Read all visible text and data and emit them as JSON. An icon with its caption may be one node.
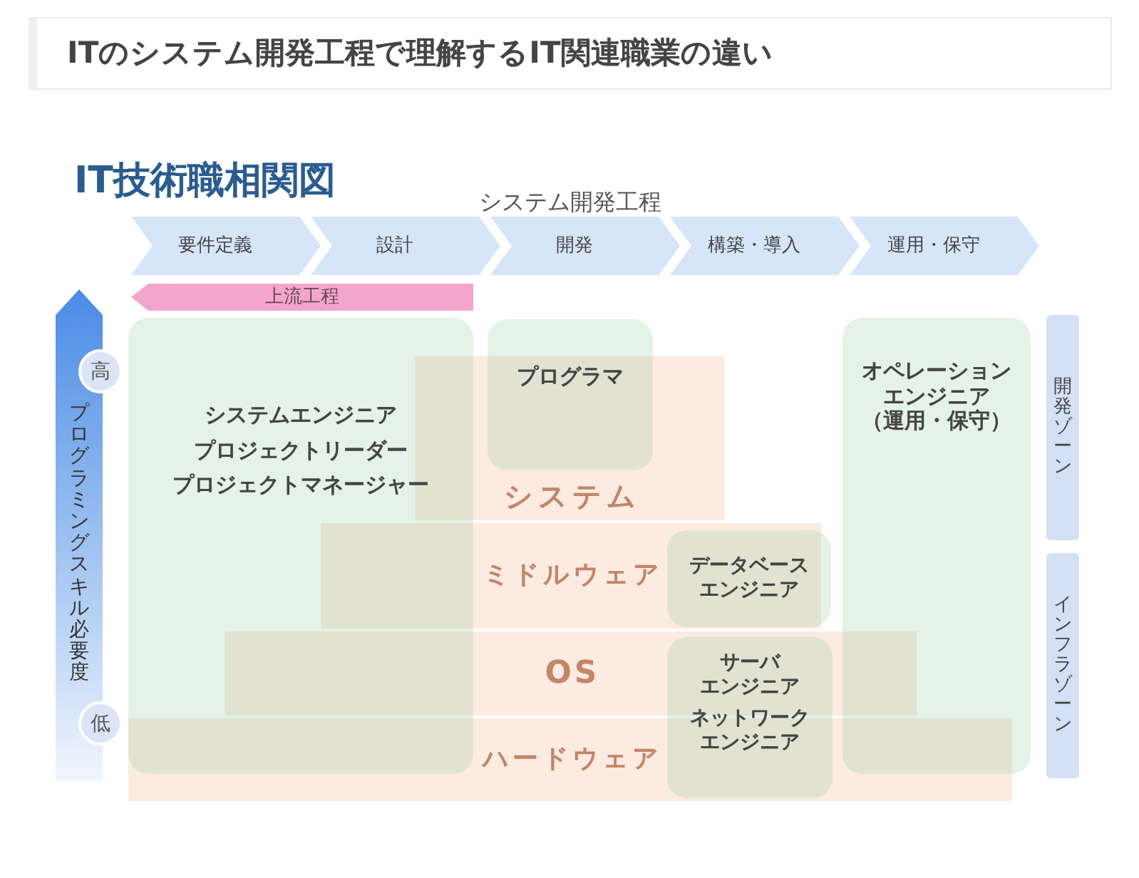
{
  "diagram": {
    "title": "IT技術職相関図",
    "nodes": [
      {
        "text": [
          "要件定義"
        ]
      },
      {
        "text": [
          "設計"
        ]
      },
      {
        "text": [
          "開発"
        ]
      },
      {
        "text": [
          "構築・導入"
        ]
      },
      {
        "text": [
          "運用・保守"
        ]
      },
      {
        "text": [
          "上流工程"
        ]
      },
      {
        "text": [
          "プログラミングスキル必要度"
        ]
      },
      {
        "text": [
          "高"
        ]
      },
      {
        "text": [
          "低"
        ]
      },
      {
        "text": [
          "システムエンジニア",
          "プロジェクトリーダー",
          "プロジェクトマネージャー"
        ]
      },
      {
        "text": [
          "プログラマ"
        ]
      },
      {
        "text": [
          "オペレーションエンジニア",
          "（運用・保守）"
        ]
      },
      {
        "text": [
          "開発ゾーン"
        ]
      },
      {
        "text": [
          "システム"
        ]
      },
      {
        "text": [
          "ミドルウェア"
        ]
      },
      {
        "text": [
          "データベースエンジニア"
        ]
      },
      {
        "text": [
          "インフラゾーン"
        ]
      },
      {
        "text": [
          "OS"
        ]
      },
      {
        "text": [
          "サーバエンジニア",
          "ネットワークエンジニア"
        ]
      },
      {
        "text": [
          "ハードウェア"
        ]
      }
    ],
    "labels": [
      "ITのシステム開発工程で理解するIT関連職業の違い",
      "システム開発工程"
    ]
  }
}
